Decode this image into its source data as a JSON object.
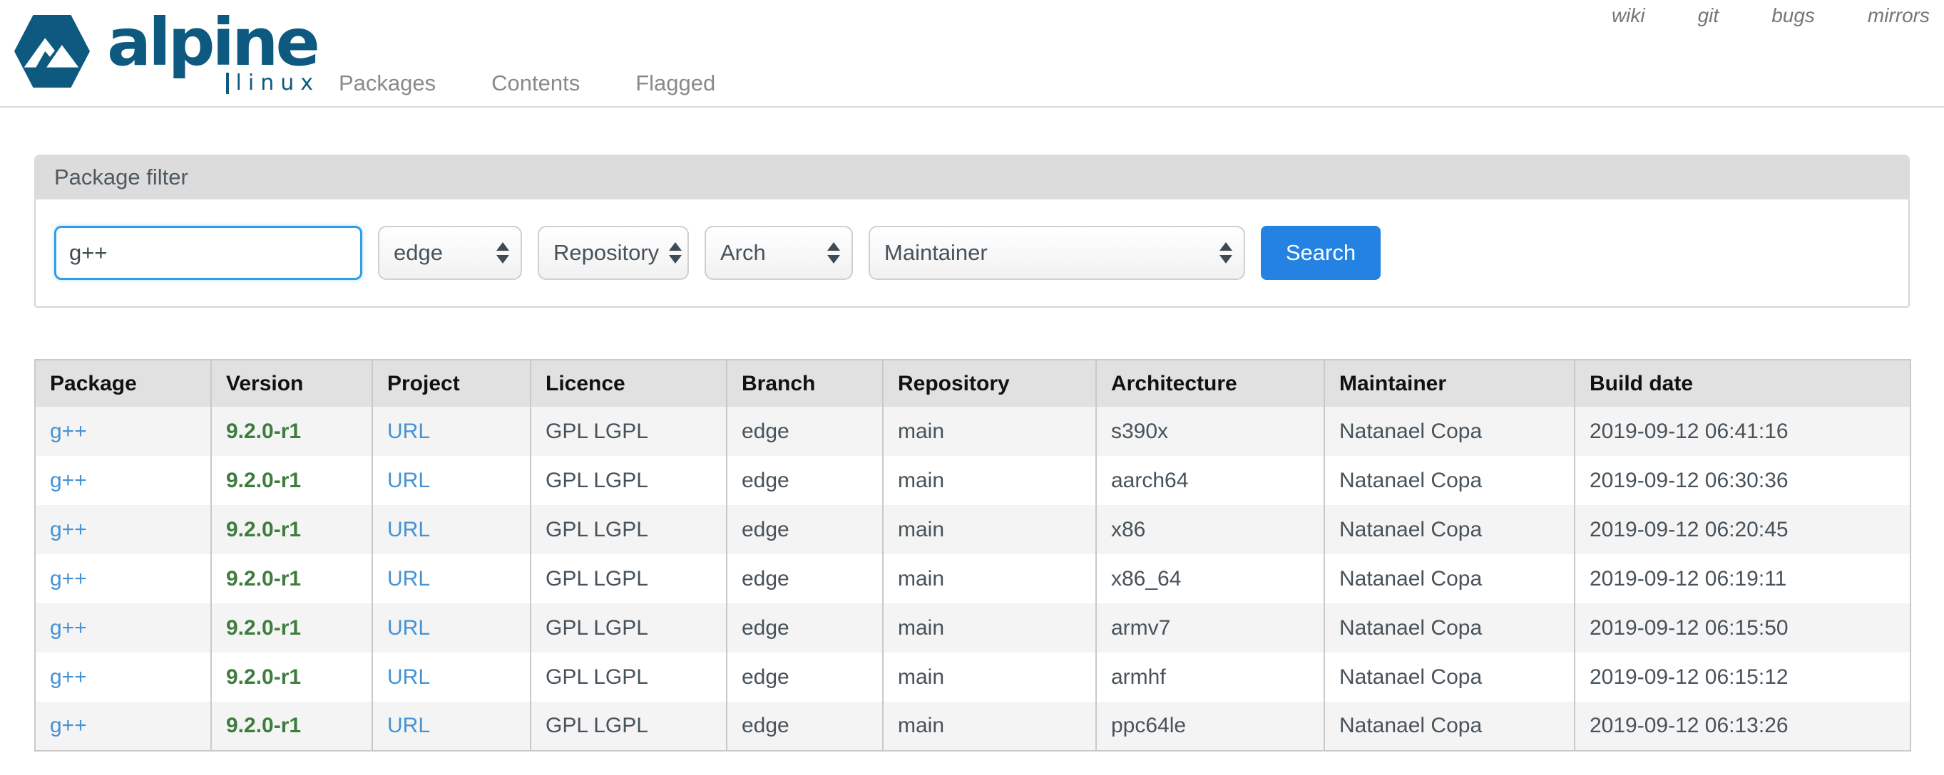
{
  "brand": {
    "logo_text": "alpine",
    "logo_subtext": "linux",
    "color": "#0d597f"
  },
  "top_nav": {
    "links": [
      "wiki",
      "git",
      "bugs",
      "mirrors"
    ]
  },
  "main_nav": {
    "tabs": [
      "Packages",
      "Contents",
      "Flagged"
    ]
  },
  "filter": {
    "title": "Package filter",
    "name_value": "g++",
    "branch": "edge",
    "repository": "Repository",
    "arch": "Arch",
    "maintainer": "Maintainer",
    "search_label": "Search"
  },
  "table": {
    "columns": [
      "Package",
      "Version",
      "Project",
      "Licence",
      "Branch",
      "Repository",
      "Architecture",
      "Maintainer",
      "Build date"
    ],
    "rows": [
      [
        "g++",
        "9.2.0-r1",
        "URL",
        "GPL LGPL",
        "edge",
        "main",
        "s390x",
        "Natanael Copa",
        "2019-09-12 06:41:16"
      ],
      [
        "g++",
        "9.2.0-r1",
        "URL",
        "GPL LGPL",
        "edge",
        "main",
        "aarch64",
        "Natanael Copa",
        "2019-09-12 06:30:36"
      ],
      [
        "g++",
        "9.2.0-r1",
        "URL",
        "GPL LGPL",
        "edge",
        "main",
        "x86",
        "Natanael Copa",
        "2019-09-12 06:20:45"
      ],
      [
        "g++",
        "9.2.0-r1",
        "URL",
        "GPL LGPL",
        "edge",
        "main",
        "x86_64",
        "Natanael Copa",
        "2019-09-12 06:19:11"
      ],
      [
        "g++",
        "9.2.0-r1",
        "URL",
        "GPL LGPL",
        "edge",
        "main",
        "armv7",
        "Natanael Copa",
        "2019-09-12 06:15:50"
      ],
      [
        "g++",
        "9.2.0-r1",
        "URL",
        "GPL LGPL",
        "edge",
        "main",
        "armhf",
        "Natanael Copa",
        "2019-09-12 06:15:12"
      ],
      [
        "g++",
        "9.2.0-r1",
        "URL",
        "GPL LGPL",
        "edge",
        "main",
        "ppc64le",
        "Natanael Copa",
        "2019-09-12 06:13:26"
      ]
    ]
  },
  "colors": {
    "brand": "#0d597f",
    "button_blue": "#2382e2",
    "link_blue": "#4592d4",
    "version_green": "#3e7d3e",
    "input_focus_blue": "#2d9fe6",
    "panel_heading_bg": "#dcdcdc",
    "table_header_bg": "#e1e1e1",
    "stripe_bg": "#f4f4f4"
  }
}
